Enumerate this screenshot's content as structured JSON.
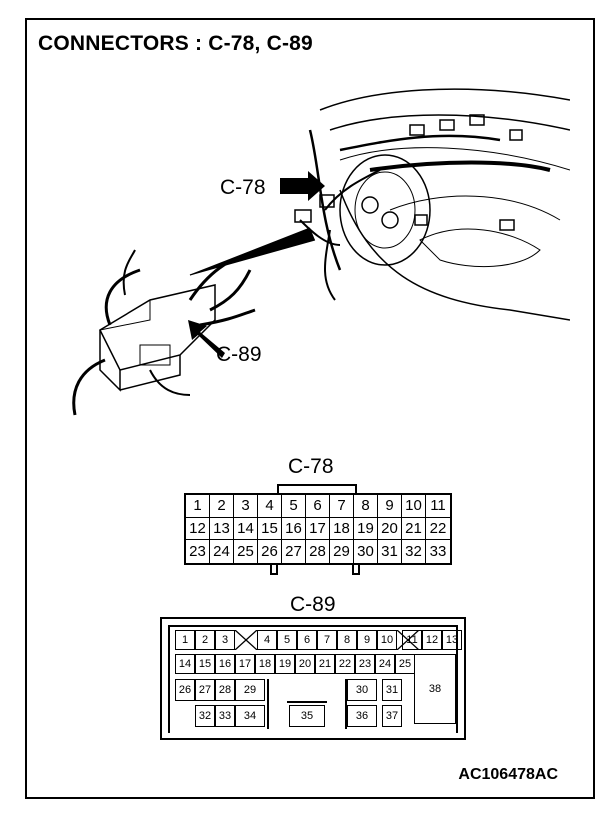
{
  "title": "CONNECTORS : C-78, C-89",
  "callouts": {
    "c78": "C-78",
    "c89": "C-89"
  },
  "connectors": {
    "c78": {
      "label": "C-78",
      "rows": [
        [
          "1",
          "2",
          "3",
          "4",
          "5",
          "6",
          "7",
          "8",
          "9",
          "10",
          "11"
        ],
        [
          "12",
          "13",
          "14",
          "15",
          "16",
          "17",
          "18",
          "19",
          "20",
          "21",
          "22"
        ],
        [
          "23",
          "24",
          "25",
          "26",
          "27",
          "28",
          "29",
          "30",
          "31",
          "32",
          "33"
        ]
      ]
    },
    "c89": {
      "label": "C-89",
      "pins": [
        "1",
        "2",
        "3",
        "4",
        "5",
        "6",
        "7",
        "8",
        "9",
        "10",
        "11",
        "12",
        "13",
        "14",
        "15",
        "16",
        "17",
        "18",
        "19",
        "20",
        "21",
        "22",
        "23",
        "24",
        "25",
        "26",
        "27",
        "28",
        "29",
        "30",
        "31",
        "32",
        "33",
        "34",
        "35",
        "36",
        "37",
        "38"
      ]
    }
  },
  "figure_code": "AC106478AC"
}
